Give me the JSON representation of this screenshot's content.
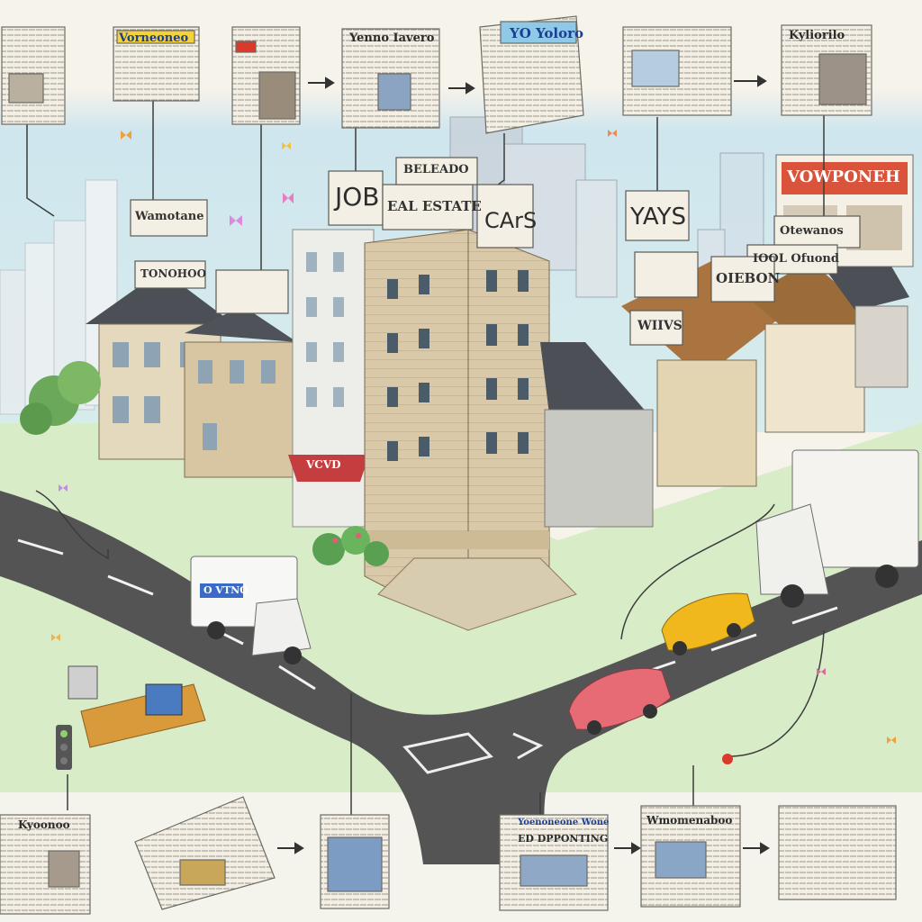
{
  "top_papers": [
    {
      "masthead": ""
    },
    {
      "masthead": "Vorneoneo"
    },
    {
      "masthead": ""
    },
    {
      "masthead": "Yenno Iavero"
    },
    {
      "masthead": "YO Yoloro"
    },
    {
      "masthead": ""
    },
    {
      "masthead": "Kyliorilo"
    }
  ],
  "bottom_papers": [
    {
      "masthead": "Kyoonoo"
    },
    {
      "masthead": ""
    },
    {
      "masthead": ""
    },
    {
      "masthead": "Yoenoneone Wone"
    },
    {
      "masthead": "ED DPPONTING"
    },
    {
      "masthead": "Wmomenaboo"
    },
    {
      "masthead": ""
    }
  ],
  "signs": {
    "job": "JOB",
    "real_estate": "EAL ESTATE",
    "cars": "CArS",
    "rooftop": "BELEADO",
    "yays": "YAYS",
    "left_1": "Wamotane",
    "left_3": "TONOHOO",
    "billboard": "VOWPONEH",
    "right_1": "Otewanos",
    "right_2": "IOOL Ofuond",
    "right_5": "OIEBON",
    "right_6": "WIIVS",
    "awning": "VCVD",
    "truck_left": "O VTNO"
  },
  "colors": {
    "sky": "#cfe6ee",
    "ground": "#d8ecc8",
    "road": "#545454",
    "awning": "#c43d3f",
    "taxi": "#f1b81e",
    "red_car": "#e66b75",
    "billboard_red": "#d9543a"
  },
  "icons": [
    "newspaper-icon",
    "arrow-right-icon",
    "butterfly-icon",
    "traffic-light-icon",
    "map-pin-icon"
  ]
}
